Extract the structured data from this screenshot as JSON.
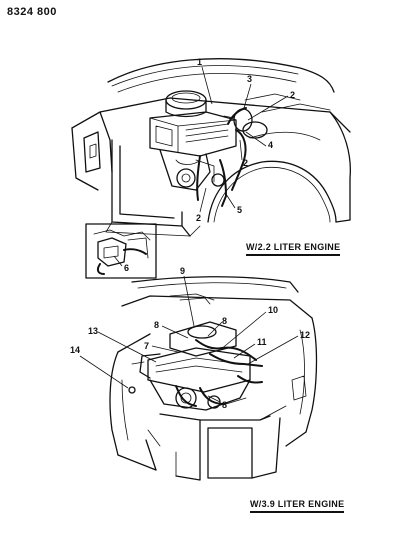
{
  "document": {
    "number": "8324 800"
  },
  "views": [
    {
      "caption": "W/2.2 LITER ENGINE",
      "callouts": [
        "1",
        "3",
        "2",
        "4",
        "2",
        "5",
        "2",
        "6"
      ]
    },
    {
      "caption": "W/3.9 LITER ENGINE",
      "callouts": [
        "9",
        "10",
        "8",
        "8",
        "12",
        "13",
        "7",
        "11",
        "14",
        "8"
      ]
    }
  ]
}
